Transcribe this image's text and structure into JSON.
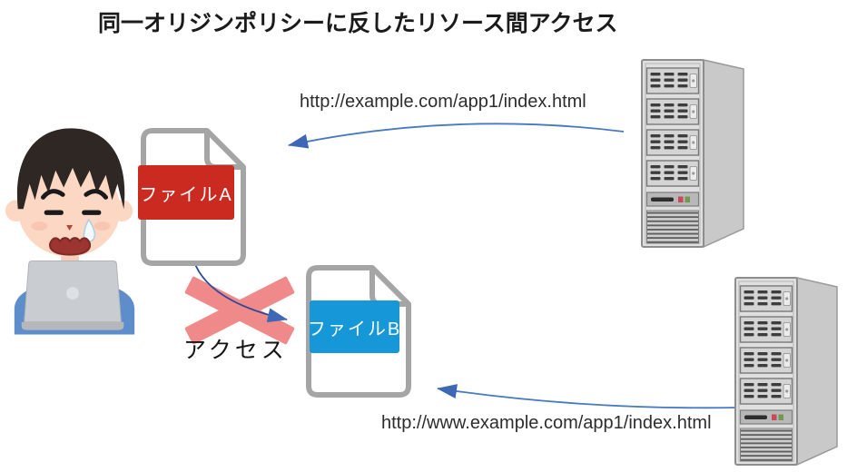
{
  "title": "同一オリジンポリシーに反したリソース間アクセス",
  "urls": {
    "top": "http://example.com/app1/index.html",
    "bottom": "http://www.example.com/app1/index.html"
  },
  "file_a": {
    "label": "ファイルA",
    "color": "#cb2a20"
  },
  "file_b": {
    "label": "ファイルB",
    "color": "#1697d7"
  },
  "access": {
    "label": "アクセス",
    "blocked": true
  },
  "colors": {
    "arrow_blue": "#4679c0",
    "arrowhead_blue": "#3c68b5",
    "access_arrow": "#2e4896",
    "blocked_x": "#f0898a",
    "title_text": "#1b1b1b",
    "url_text": "#2d2d2d",
    "document_outline": "#a5a5a5",
    "file_page": "#ffffff",
    "server_front": "#dfdfdf",
    "server_side": "#c9c9c9",
    "led_red": "#c9485a",
    "led_green": "#6f9a50"
  }
}
